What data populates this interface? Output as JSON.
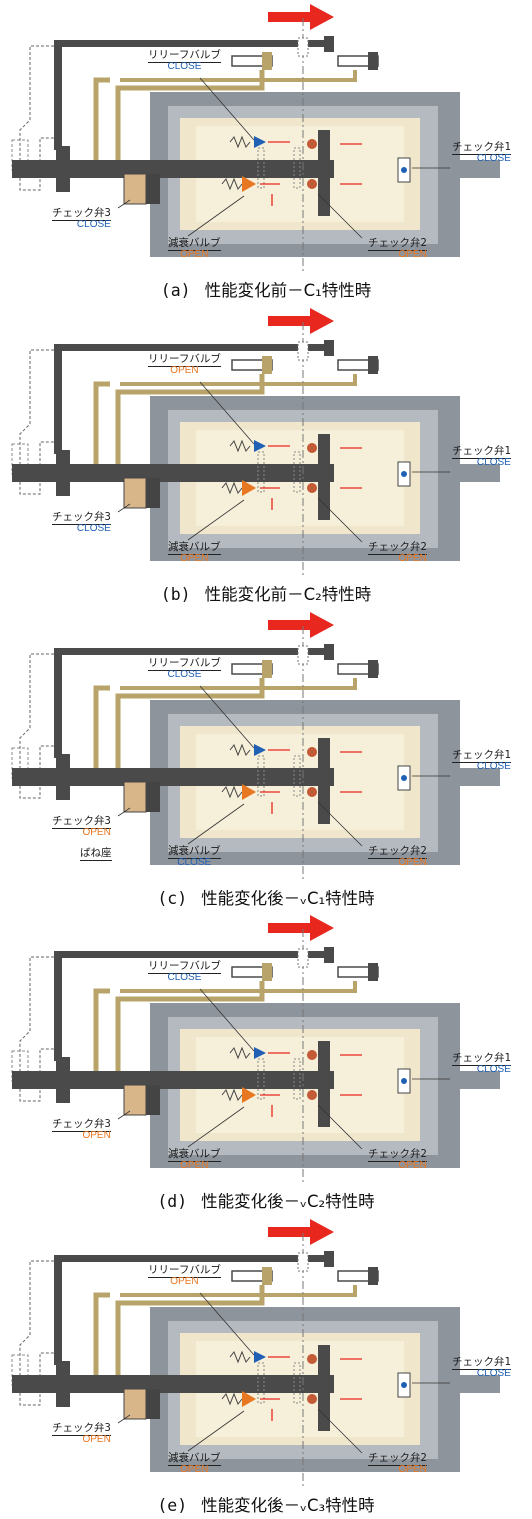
{
  "labels": {
    "relief_valve": "リリーフバルブ",
    "check_valve_1": "チェック弁1",
    "check_valve_2": "チェック弁2",
    "check_valve_3": "チェック弁3",
    "damping_valve": "減衰バルブ",
    "spring_seat": "ばね座",
    "open": "OPEN",
    "close": "CLOSE"
  },
  "colors": {
    "open": "#e87722",
    "close": "#1f5fb4",
    "housing": "#8e949c",
    "oil": "#efe6cc",
    "rod": "#4a4a4a",
    "pipe": "#b8a46a",
    "arrow": "#e8281f"
  },
  "panels": [
    {
      "id": "(a)",
      "caption": "性能変化前－C₁特性時",
      "relief": "CLOSE",
      "cv1": "CLOSE",
      "cv2": "OPEN",
      "cv3": "CLOSE",
      "damp": "OPEN",
      "spring_seat": false
    },
    {
      "id": "(b)",
      "caption": "性能変化前－C₂特性時",
      "relief": "OPEN",
      "cv1": "CLOSE",
      "cv2": "OPEN",
      "cv3": "CLOSE",
      "damp": "OPEN",
      "spring_seat": false
    },
    {
      "id": "(c)",
      "caption": "性能変化後－ᵥC₁特性時",
      "relief": "CLOSE",
      "cv1": "CLOSE",
      "cv2": "OPEN",
      "cv3": "OPEN",
      "damp": "CLOSE",
      "spring_seat": true
    },
    {
      "id": "(d)",
      "caption": "性能変化後－ᵥC₂特性時",
      "relief": "CLOSE",
      "cv1": "CLOSE",
      "cv2": "OPEN",
      "cv3": "OPEN",
      "damp": "OPEN",
      "spring_seat": false
    },
    {
      "id": "(e)",
      "caption": "性能変化後－ᵥC₃特性時",
      "relief": "OPEN",
      "cv1": "CLOSE",
      "cv2": "OPEN",
      "cv3": "OPEN",
      "damp": "OPEN",
      "spring_seat": false
    }
  ]
}
